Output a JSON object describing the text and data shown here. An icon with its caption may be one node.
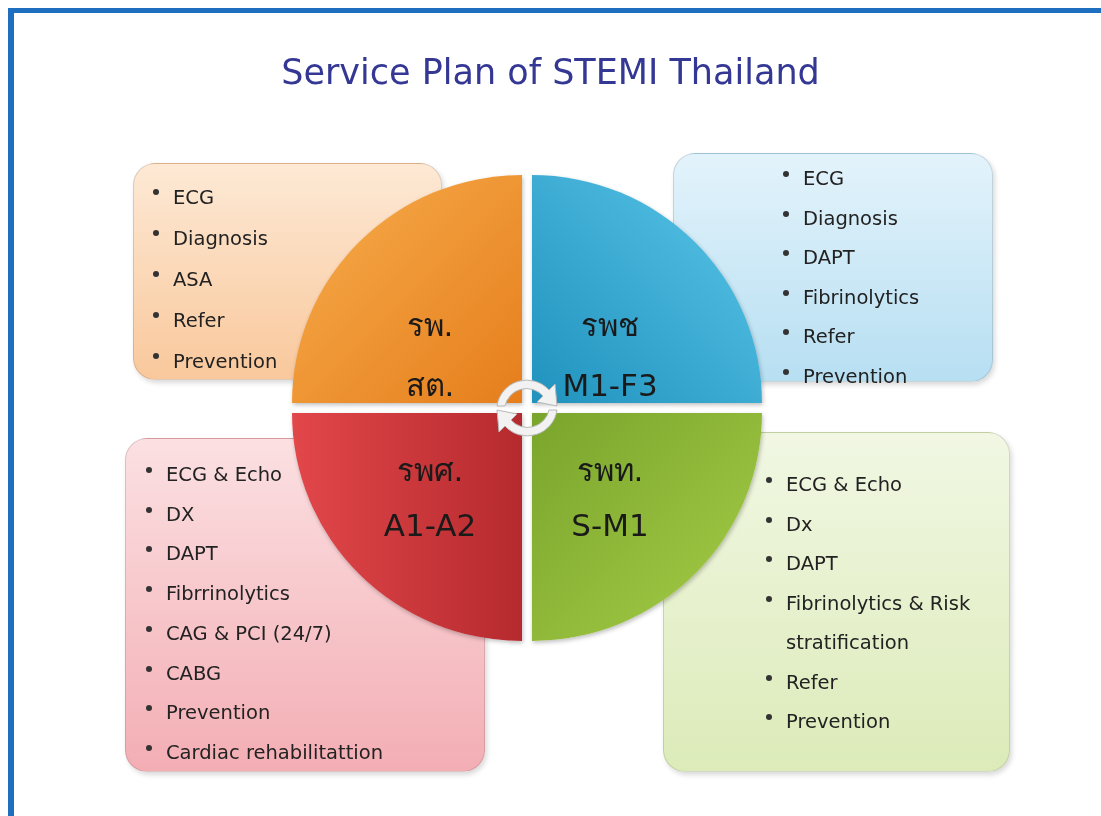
{
  "diagram": {
    "title": "Service Plan of STEMI Thailand",
    "nodes": [
      {
        "text": [
          "ECG",
          "Diagnosis",
          "ASA",
          "Refer",
          "Prevention"
        ]
      },
      {
        "text": [
          "ECG",
          "Diagnosis",
          "DAPT",
          "Fibrinolytics",
          "Refer",
          "Prevention"
        ]
      },
      {
        "text": [
          "ECG & Echo",
          "DX",
          "DAPT",
          "Fibrrinolytics",
          "CAG & PCI (24/7)",
          "CABG",
          "Prevention",
          "Cardiac rehabilitattion"
        ]
      },
      {
        "text": [
          "ECG  & Echo",
          "Dx",
          "DAPT",
          "Fibrinolytics & Risk stratification",
          "Refer",
          "Prevention"
        ]
      },
      {
        "text": [
          "รพ. สต."
        ]
      },
      {
        "text": [
          "รพช",
          "M1-F3"
        ]
      },
      {
        "text": [
          "รพศ.",
          "A1-A2"
        ]
      },
      {
        "text": [
          "รพท.",
          "S-M1"
        ]
      }
    ],
    "edges": []
  }
}
